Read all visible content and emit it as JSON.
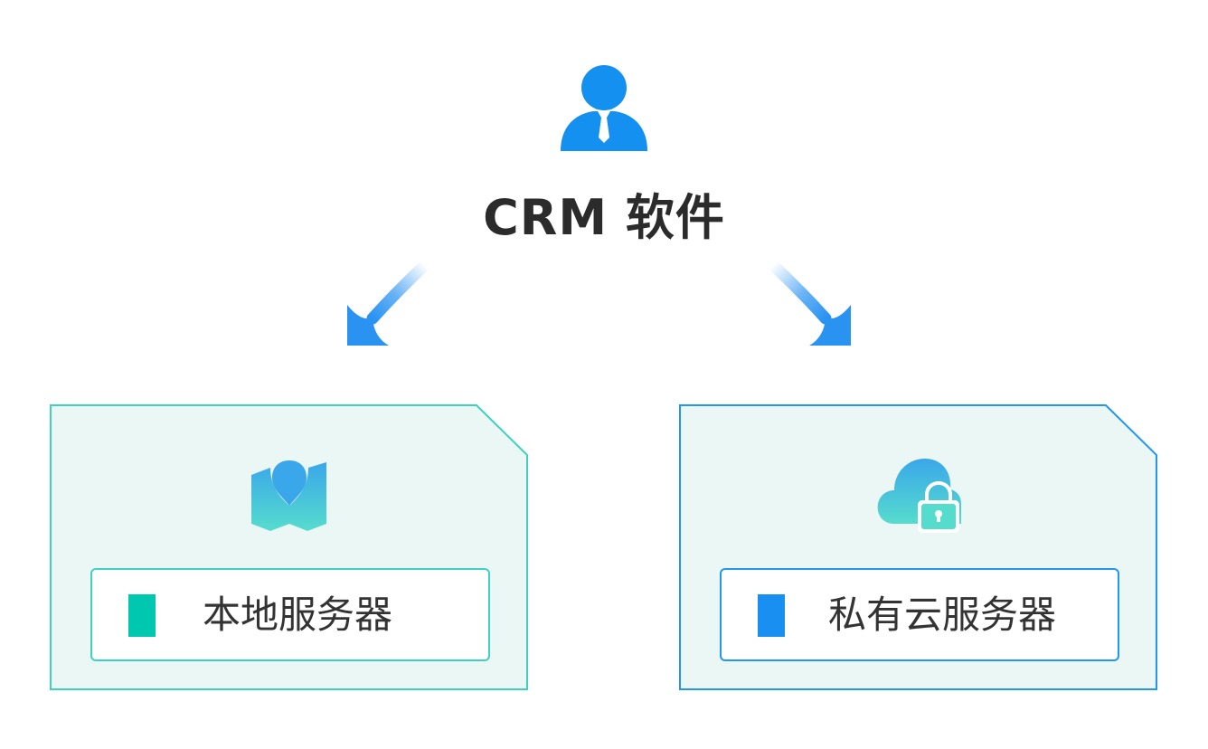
{
  "title": "CRM 软件",
  "icons": {
    "top": "user-icon",
    "left": "map-pin-icon",
    "right": "cloud-lock-icon"
  },
  "panels": [
    {
      "label": "本地服务器",
      "accent": "#00c7b0",
      "border": "#3fd1c0",
      "background": "#eaf7f4"
    },
    {
      "label": "私有云服务器",
      "accent": "#1a8ff2",
      "border": "#2196f3",
      "background": "#eaf7f4"
    }
  ],
  "colors": {
    "user_icon": "#1390f0",
    "title_text": "#2b2b2b",
    "arrow": "#2a93f2"
  }
}
